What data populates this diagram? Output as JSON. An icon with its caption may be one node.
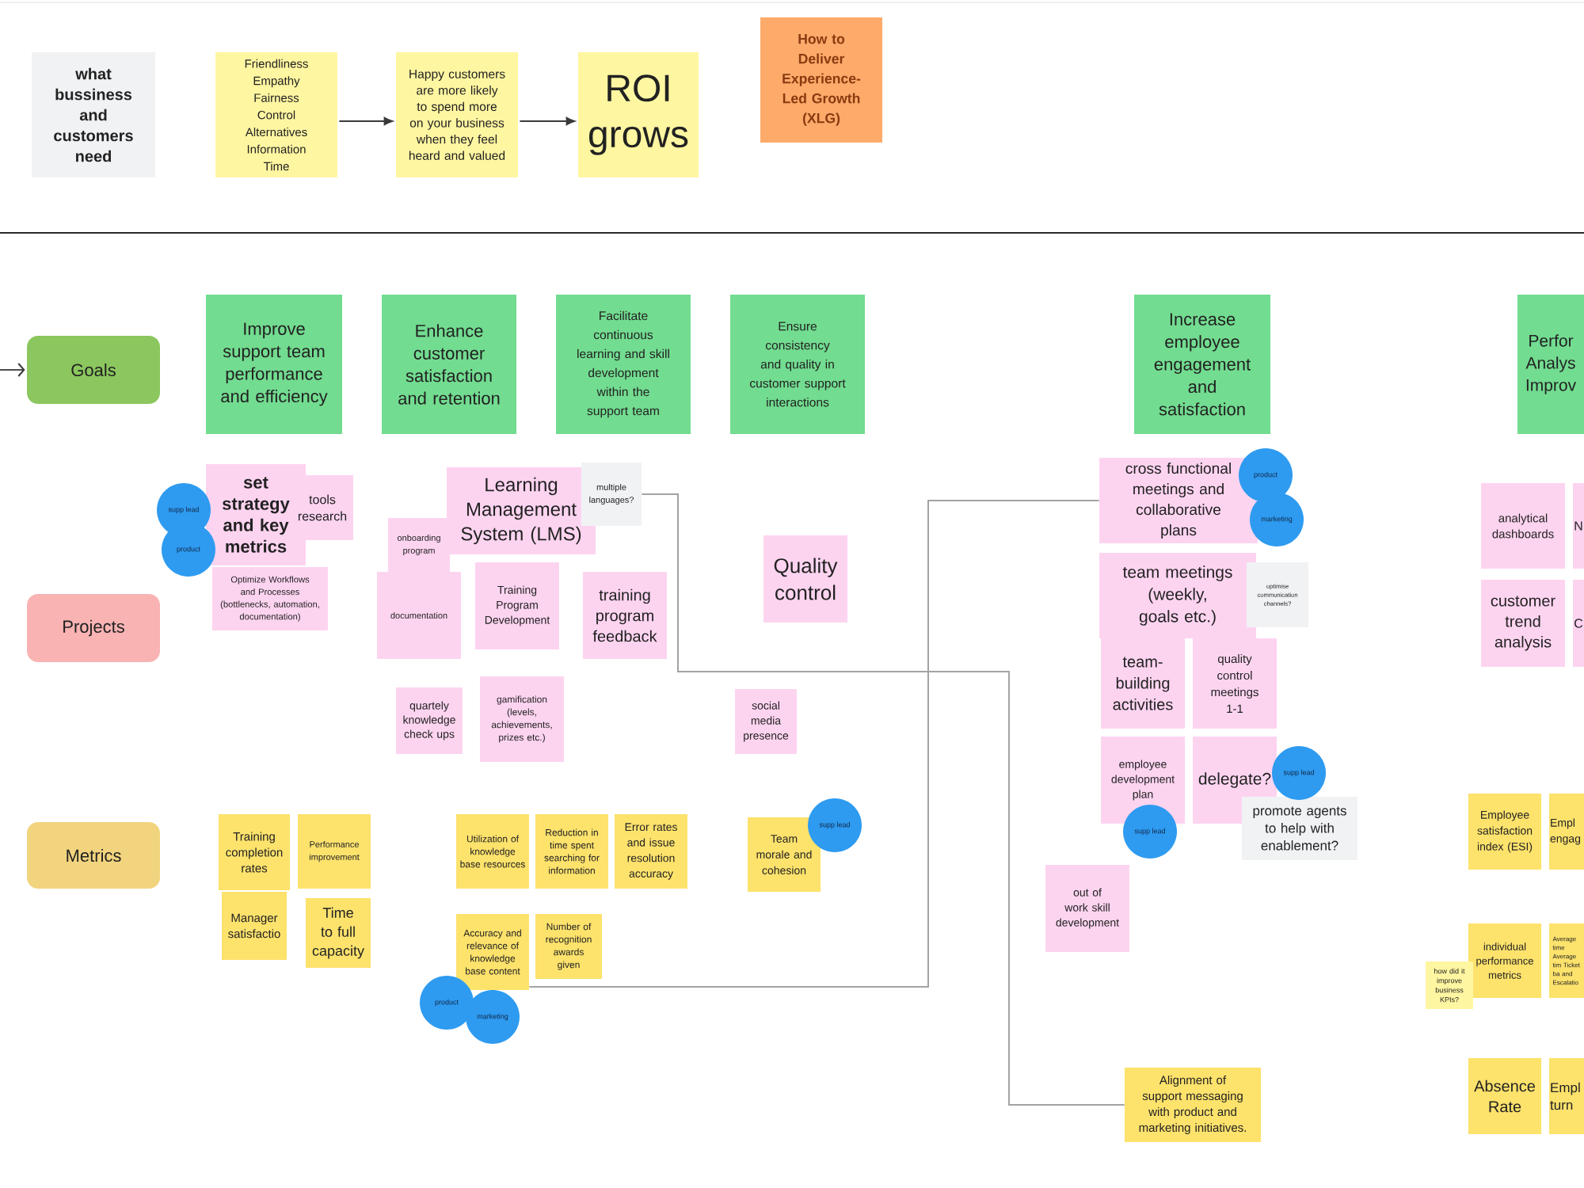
{
  "diagram": {
    "nodes": [
      {
        "text": [
          "what bussiness and customers need"
        ]
      },
      {
        "text": [
          "Friendliness Empathy Fairness Control Alternatives Information Time"
        ]
      },
      {
        "text": [
          "Happy customers are more likely to spend more on your business when they feel heard and valued"
        ]
      },
      {
        "text": [
          "ROI grows"
        ]
      },
      {
        "text": [
          "How to Deliver Experience-Led Growth (XLG)"
        ]
      },
      {
        "text": [
          "Goals"
        ]
      },
      {
        "text": [
          "Projects"
        ]
      },
      {
        "text": [
          "Metrics"
        ]
      },
      {
        "text": [
          "Improve support team performance and efficiency"
        ]
      },
      {
        "text": [
          "Enhance customer satisfaction and retention"
        ]
      },
      {
        "text": [
          "Facilitate continuous learning and skill development within the support team"
        ]
      },
      {
        "text": [
          "Ensure consistency and quality in customer support interactions"
        ]
      },
      {
        "text": [
          "Increase employee engagement and satisfaction"
        ]
      },
      {
        "text": [
          "Perfor Analys Improv"
        ]
      },
      {
        "text": [
          "supp lead"
        ]
      },
      {
        "text": [
          "product"
        ]
      },
      {
        "text": [
          "set strategy and key metrics"
        ]
      },
      {
        "text": [
          "tools research"
        ]
      },
      {
        "text": [
          "Optimize Workflows and Processes (bottlenecks, automation, documentation)"
        ]
      },
      {
        "text": [
          "Learning Management System (LMS)"
        ]
      },
      {
        "text": [
          "multiple languages?"
        ]
      },
      {
        "text": [
          "onboarding program"
        ]
      },
      {
        "text": [
          "documentation"
        ]
      },
      {
        "text": [
          "Training Program Development"
        ]
      },
      {
        "text": [
          "training program feedback"
        ]
      },
      {
        "text": [
          "Quality control"
        ]
      },
      {
        "text": [
          "quartely knowledge check ups"
        ]
      },
      {
        "text": [
          "gamification (levels, achievements, prizes etc.)"
        ]
      },
      {
        "text": [
          "social media presence"
        ]
      },
      {
        "text": [
          "cross functional meetings and collaborative plans"
        ]
      },
      {
        "text": [
          "product"
        ]
      },
      {
        "text": [
          "marketing"
        ]
      },
      {
        "text": [
          "team meetings (weekly, goals etc.)"
        ]
      },
      {
        "text": [
          "optimise communication channels?"
        ]
      },
      {
        "text": [
          "team-building activities"
        ]
      },
      {
        "text": [
          "quality control meetings 1-1"
        ]
      },
      {
        "text": [
          "employee development plan"
        ]
      },
      {
        "text": [
          "delegate?"
        ]
      },
      {
        "text": [
          "supp lead"
        ]
      },
      {
        "text": [
          "promote agents to help with enablement?"
        ]
      },
      {
        "text": [
          "supp lead"
        ]
      },
      {
        "text": [
          "out of work skill development"
        ]
      },
      {
        "text": [
          "analytical dashboards"
        ]
      },
      {
        "text": [
          "N"
        ]
      },
      {
        "text": [
          "customer trend analysis"
        ]
      },
      {
        "text": [
          "C"
        ]
      },
      {
        "text": [
          "Training completion rates"
        ]
      },
      {
        "text": [
          "Performance improvement"
        ]
      },
      {
        "text": [
          "Manager satisfactio"
        ]
      },
      {
        "text": [
          "Time to full capacity"
        ]
      },
      {
        "text": [
          "Utilization of knowledge base resources"
        ]
      },
      {
        "text": [
          "Reduction in time spent searching for information"
        ]
      },
      {
        "text": [
          "Error rates and issue resolution accuracy"
        ]
      },
      {
        "text": [
          "Accuracy and relevance of knowledge base content"
        ]
      },
      {
        "text": [
          "Number of recognition awards given"
        ]
      },
      {
        "text": [
          "product"
        ]
      },
      {
        "text": [
          "marketing"
        ]
      },
      {
        "text": [
          "Team morale and cohesion"
        ]
      },
      {
        "text": [
          "supp lead"
        ]
      },
      {
        "text": [
          "Alignment of support messaging with product and marketing initiatives."
        ]
      },
      {
        "text": [
          "Employee satisfaction index (ESI)"
        ]
      },
      {
        "text": [
          "Empl engag"
        ]
      },
      {
        "text": [
          "how did it improve business KPIs?"
        ]
      },
      {
        "text": [
          "individual performance metrics"
        ]
      },
      {
        "text": [
          "Average time Average tim Ticket ba and Escalatio"
        ]
      },
      {
        "text": [
          "Absence Rate"
        ]
      },
      {
        "text": [
          "Empl turn"
        ]
      }
    ],
    "edges": [
      {
        "from": 1,
        "to": 2,
        "arrow": "to"
      },
      {
        "from": 2,
        "to": 3,
        "arrow": "to"
      },
      {
        "from": null,
        "to": 5,
        "arrow": "to"
      },
      {
        "from": 20,
        "to": 59,
        "arrow": "none",
        "color": "#a3a3a3"
      },
      {
        "from": 53,
        "to": 29,
        "arrow": "none",
        "color": "#a3a3a3"
      }
    ]
  }
}
